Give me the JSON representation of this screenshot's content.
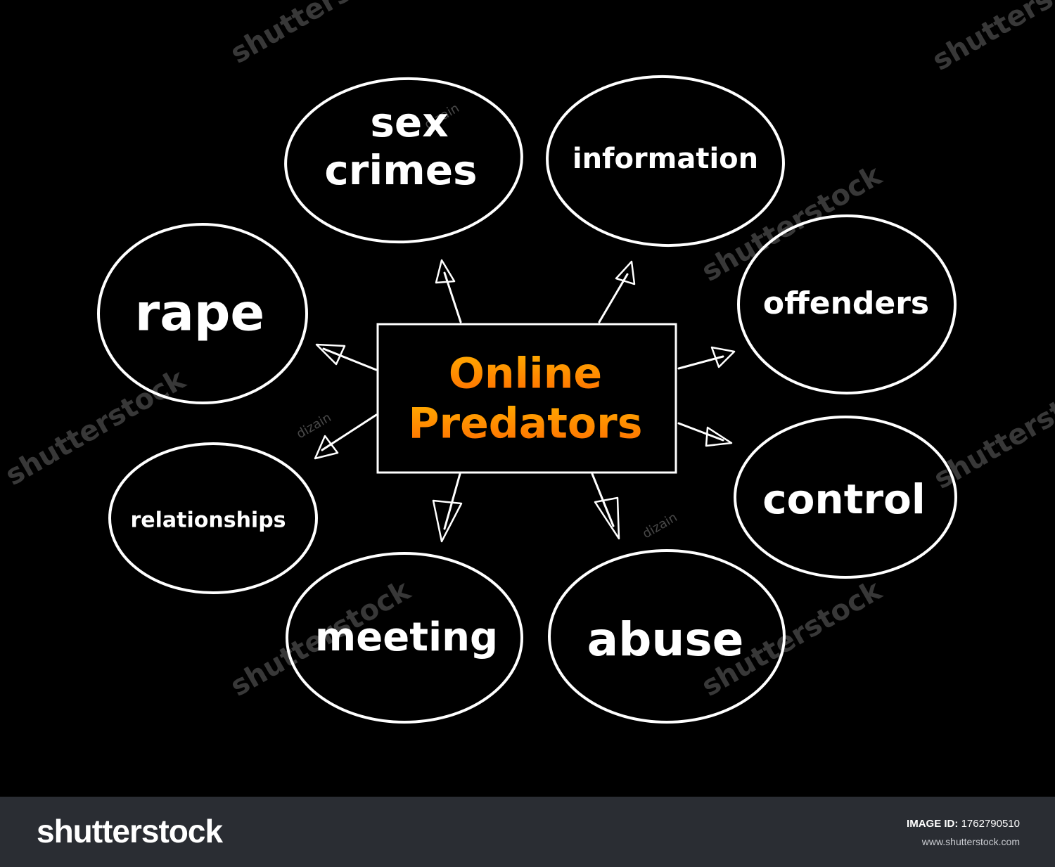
{
  "diagram": {
    "center": {
      "line1": "Online",
      "line2": "Predators",
      "color_top": "#ffb000",
      "color_bottom": "#ff6a00"
    },
    "nodes": {
      "sex_crimes": {
        "line1": "sex",
        "line2": "crimes"
      },
      "information": {
        "label": "information"
      },
      "offenders": {
        "label": "offenders"
      },
      "control": {
        "label": "control"
      },
      "abuse": {
        "label": "abuse"
      },
      "meeting": {
        "label": "meeting"
      },
      "relationships": {
        "label": "relationships"
      },
      "rape": {
        "label": "rape"
      }
    },
    "stroke_color": "#ffffff"
  },
  "watermarks": {
    "brand": "shutterstock",
    "author": "dizain"
  },
  "footer": {
    "brand": "shutterstock",
    "image_id_label": "IMAGE ID:",
    "image_id": "1762790510",
    "site": "www.shutterstock.com"
  }
}
